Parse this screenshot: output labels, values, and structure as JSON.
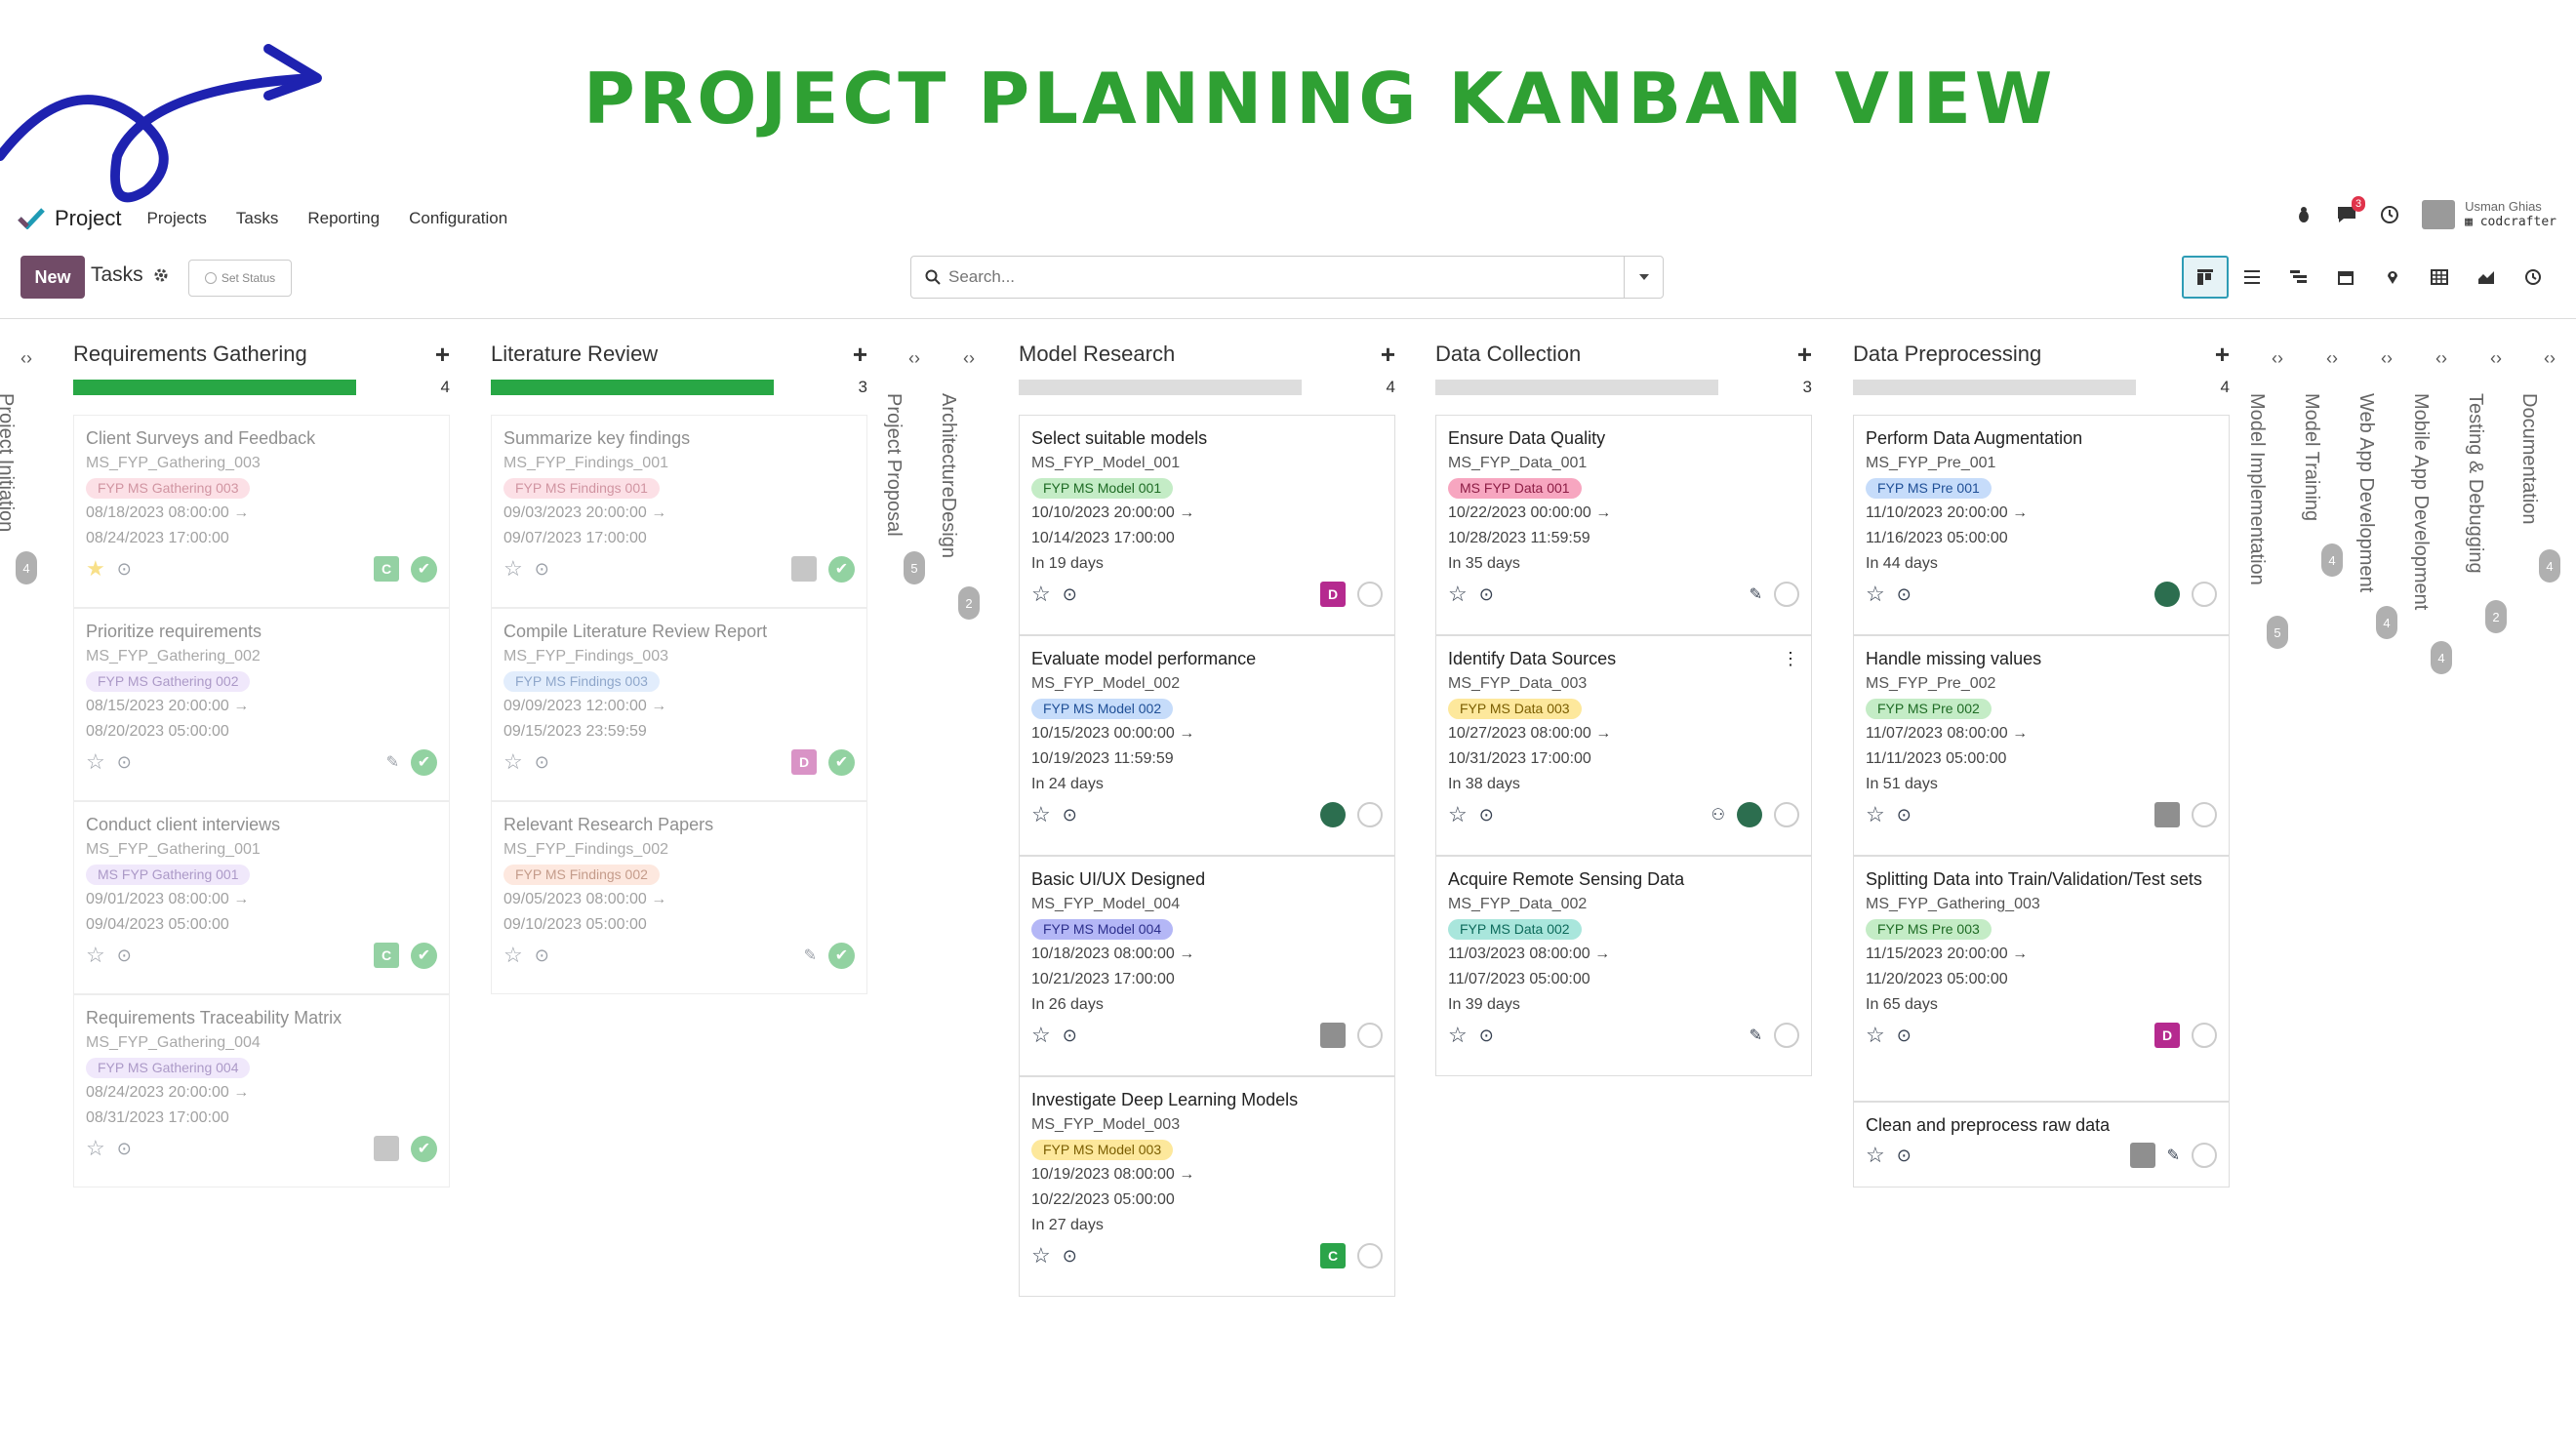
{
  "banner": {
    "title": "PROJECT PLANNING KANBAN VIEW"
  },
  "navbar": {
    "app_name": "Project",
    "menu": [
      "Projects",
      "Tasks",
      "Reporting",
      "Configuration"
    ],
    "message_count": "3",
    "user_name": "Usman Ghias",
    "company": "codcrafter"
  },
  "control": {
    "new_label": "New",
    "breadcrumb": "Tasks",
    "set_status": "Set Status",
    "search_placeholder": "Search..."
  },
  "folded": {
    "project_initiation": {
      "title": "Project Initiation",
      "count": "4"
    },
    "project_proposal": {
      "title": "Project Proposal",
      "count": "5"
    },
    "architecture_design": {
      "title": "ArchitectureDesign",
      "count": "2"
    },
    "model_implementation": {
      "title": "Model Implementation",
      "count": "5"
    },
    "model_training": {
      "title": "Model Training",
      "count": "4"
    },
    "web_app": {
      "title": "Web App Development",
      "count": "4"
    },
    "mobile_app": {
      "title": "Mobile App Development",
      "count": "4"
    },
    "testing": {
      "title": "Testing & Debugging",
      "count": "2"
    },
    "documentation": {
      "title": "Documentation",
      "count": "4"
    }
  },
  "columns": [
    {
      "title": "Requirements Gathering",
      "count": "4",
      "progress": 1.0,
      "cards": [
        {
          "title": "Client Surveys and Feedback",
          "ref": "MS_FYP_Gathering_003",
          "tag": "FYP MS Gathering 003",
          "start": "08/18/2023 08:00:00",
          "end": "08/24/2023 17:00:00"
        },
        {
          "title": "Prioritize requirements",
          "ref": "MS_FYP_Gathering_002",
          "tag": "FYP MS Gathering 002",
          "start": "08/15/2023 20:00:00",
          "end": "08/20/2023 05:00:00"
        },
        {
          "title": "Conduct client interviews",
          "ref": "MS_FYP_Gathering_001",
          "tag": "MS FYP Gathering 001",
          "start": "09/01/2023 08:00:00",
          "end": "09/04/2023 05:00:00"
        },
        {
          "title": "Requirements Traceability Matrix",
          "ref": "MS_FYP_Gathering_004",
          "tag": "FYP MS Gathering 004",
          "start": "08/24/2023 20:00:00",
          "end": "08/31/2023 17:00:00"
        }
      ]
    },
    {
      "title": "Literature Review",
      "count": "3",
      "progress": 1.0,
      "cards": [
        {
          "title": "Summarize key findings",
          "ref": "MS_FYP_Findings_001",
          "tag": "FYP MS Findings 001",
          "start": "09/03/2023 20:00:00",
          "end": "09/07/2023 17:00:00"
        },
        {
          "title": "Compile Literature Review Report",
          "ref": "MS_FYP_Findings_003",
          "tag": "FYP MS Findings 003",
          "start": "09/09/2023 12:00:00",
          "end": "09/15/2023 23:59:59"
        },
        {
          "title": "Relevant Research Papers",
          "ref": "MS_FYP_Findings_002",
          "tag": "FYP MS Findings 002",
          "start": "09/05/2023 08:00:00",
          "end": "09/10/2023 05:00:00"
        }
      ]
    },
    {
      "title": "Model Research",
      "count": "4",
      "progress": 0,
      "cards": [
        {
          "title": "Select suitable models",
          "ref": "MS_FYP_Model_001",
          "tag": "FYP MS Model 001",
          "start": "10/10/2023 20:00:00",
          "end": "10/14/2023 17:00:00",
          "due": "In 19 days"
        },
        {
          "title": "Evaluate model performance",
          "ref": "MS_FYP_Model_002",
          "tag": "FYP MS Model 002",
          "start": "10/15/2023 00:00:00",
          "end": "10/19/2023 11:59:59",
          "due": "In 24 days"
        },
        {
          "title": "Basic UI/UX Designed",
          "ref": "MS_FYP_Model_004",
          "tag": "FYP MS Model 004",
          "start": "10/18/2023 08:00:00",
          "end": "10/21/2023 17:00:00",
          "due": "In 26 days"
        },
        {
          "title": "Investigate Deep Learning Models",
          "ref": "MS_FYP_Model_003",
          "tag": "FYP MS Model 003",
          "start": "10/19/2023 08:00:00",
          "end": "10/22/2023 05:00:00",
          "due": "In 27 days"
        }
      ]
    },
    {
      "title": "Data Collection",
      "count": "3",
      "progress": 0,
      "cards": [
        {
          "title": "Ensure Data Quality",
          "ref": "MS_FYP_Data_001",
          "tag": "MS FYP Data 001",
          "start": "10/22/2023 00:00:00",
          "end": "10/28/2023 11:59:59",
          "due": "In 35 days"
        },
        {
          "title": "Identify Data Sources",
          "ref": "MS_FYP_Data_003",
          "tag": "FYP MS Data 003",
          "start": "10/27/2023 08:00:00",
          "end": "10/31/2023 17:00:00",
          "due": "In 38 days"
        },
        {
          "title": "Acquire Remote Sensing Data",
          "ref": "MS_FYP_Data_002",
          "tag": "FYP MS Data 002",
          "start": "11/03/2023 08:00:00",
          "end": "11/07/2023 05:00:00",
          "due": "In 39 days"
        }
      ]
    },
    {
      "title": "Data Preprocessing",
      "count": "4",
      "progress": 0,
      "cards": [
        {
          "title": "Perform Data Augmentation",
          "ref": "MS_FYP_Pre_001",
          "tag": "FYP MS Pre 001",
          "start": "11/10/2023 20:00:00",
          "end": "11/16/2023 05:00:00",
          "due": "In 44 days"
        },
        {
          "title": "Handle missing values",
          "ref": "MS_FYP_Pre_002",
          "tag": "FYP MS Pre 002",
          "start": "11/07/2023 08:00:00",
          "end": "11/11/2023 05:00:00",
          "due": "In 51 days"
        },
        {
          "title": "Splitting Data into Train/Validation/Test sets",
          "ref": "MS_FYP_Gathering_003",
          "tag": "FYP MS Pre 003",
          "start": "11/15/2023 20:00:00",
          "end": "11/20/2023 05:00:00",
          "due": "In 65 days"
        },
        {
          "title": "Clean and preprocess raw data"
        }
      ]
    }
  ],
  "avatars": {
    "c": "C",
    "d": "D"
  }
}
